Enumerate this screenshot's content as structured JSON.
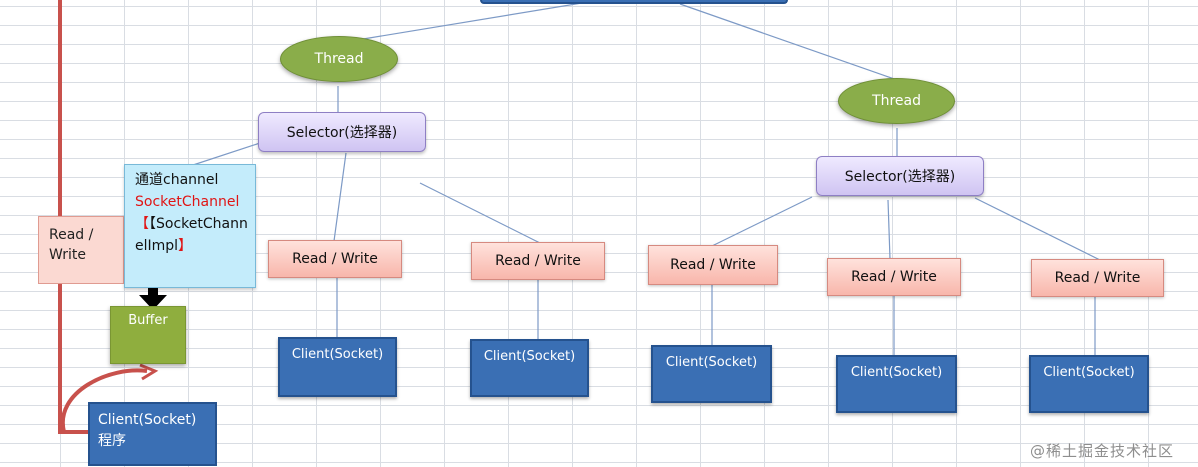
{
  "threads": [
    {
      "label": "Thread"
    },
    {
      "label": "Thread"
    }
  ],
  "selectors": [
    {
      "label": "Selector(选择器)"
    },
    {
      "label": "Selector(选择器)"
    }
  ],
  "read_write": {
    "label": "Read / Write",
    "left_line1": "Read /",
    "left_line2": "Write"
  },
  "channel": {
    "line1": "通道channel",
    "line2": "SocketChannel",
    "line3": "【SocketChann",
    "line4_text": "elImpl",
    "line4_bracket": "】"
  },
  "buffer": {
    "label": "Buffer"
  },
  "client": {
    "label": "Client(Socket)"
  },
  "client_program": {
    "line1": "Client(Socket)",
    "line2": "程序"
  },
  "watermark": "@稀土掘金技术社区",
  "colors": {
    "thread_green": "#8aad4a",
    "selector_purple": "#cfc4f2",
    "read_write_pink": "#f8b6ab",
    "client_blue": "#3a6fb4",
    "channel_cyan": "#c4ecfb",
    "buffer_green": "#8fae3e",
    "connector_red": "#c8514c",
    "edge_blue": "#7d9ac6"
  }
}
